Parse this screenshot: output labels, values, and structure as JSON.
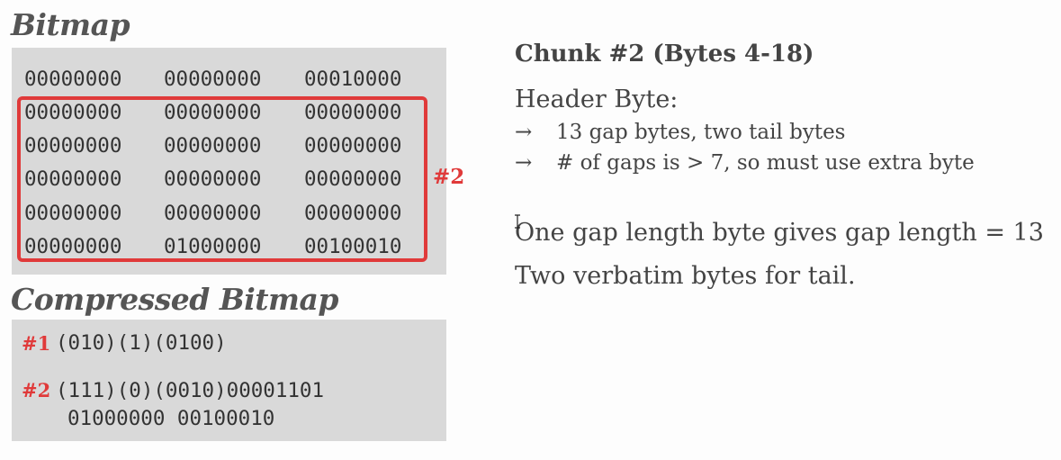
{
  "bitmap": {
    "title": "Bitmap",
    "rows": [
      [
        "00000000",
        "00000000",
        "00010000"
      ],
      [
        "00000000",
        "00000000",
        "00000000"
      ],
      [
        "00000000",
        "00000000",
        "00000000"
      ],
      [
        "00000000",
        "00000000",
        "00000000"
      ],
      [
        "00000000",
        "00000000",
        "00000000"
      ],
      [
        "00000000",
        "01000000",
        "00100010"
      ]
    ],
    "chunk_label": "#2",
    "highlight_color": "#e03a3a"
  },
  "compressed": {
    "title": "Compressed Bitmap",
    "entries": [
      {
        "label": "#1",
        "line1": "(010)(1)(0100)",
        "line2": ""
      },
      {
        "label": "#2",
        "line1": "(111)(0)(0010)00001101",
        "line2": "01000000 00100010"
      }
    ]
  },
  "explanation": {
    "heading": "Chunk #2 (Bytes 4-18)",
    "header_byte": "Header Byte:",
    "arrow_symbol": "→",
    "bullets": [
      "13 gap bytes, two tail bytes",
      "# of gaps is > 7, so must use extra byte"
    ],
    "gap_line": "One gap length byte gives gap length = 13",
    "verbatim_line": "Two verbatim bytes for tail."
  }
}
